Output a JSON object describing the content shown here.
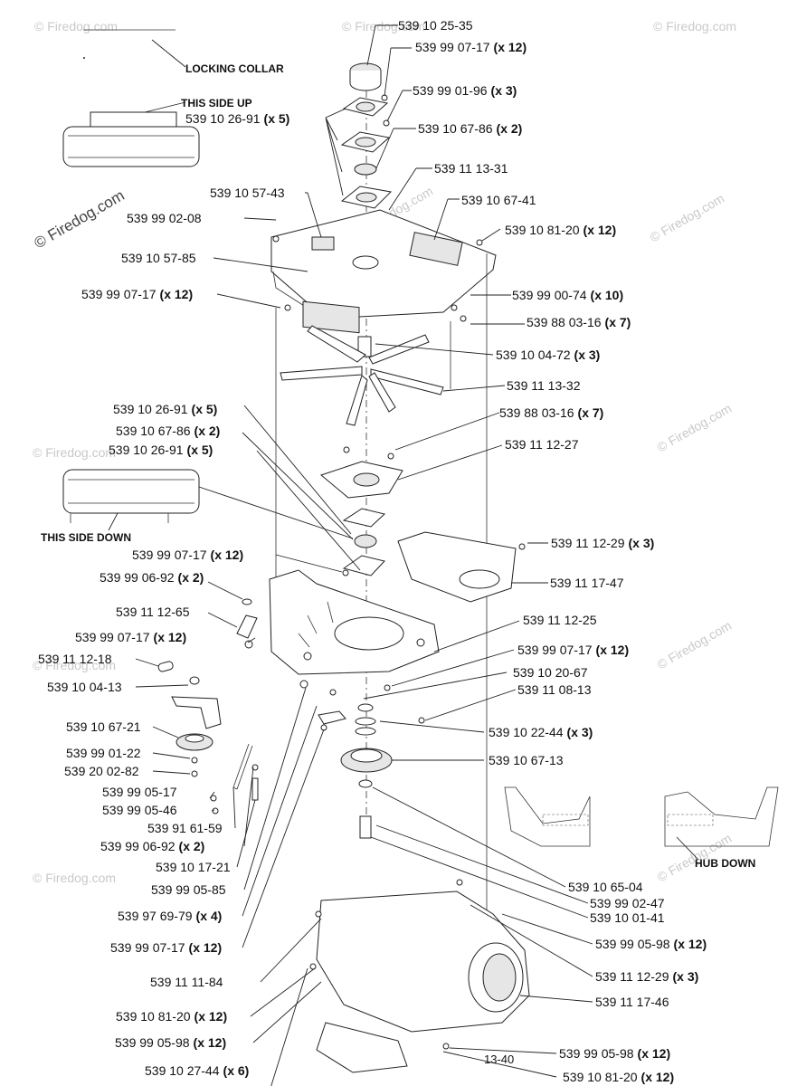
{
  "notes": {
    "locking_collar": "LOCKING COLLAR",
    "this_side_up": "THIS SIDE UP",
    "this_side_down": "THIS SIDE DOWN",
    "hub_down": "HUB DOWN"
  },
  "page_number": "13-40",
  "watermarks": {
    "small": "© Firedog.com",
    "large": "© Firedog.com"
  },
  "labels": [
    {
      "part": "539 10 25-35",
      "qty": ""
    },
    {
      "part": "539 99 07-17",
      "qty": "(x 12)"
    },
    {
      "part": "539 99 01-96",
      "qty": "(x 3)"
    },
    {
      "part": "539 10 26-91",
      "qty": "(x 5)"
    },
    {
      "part": "539 10 67-86",
      "qty": "(x 2)"
    },
    {
      "part": "539 11 13-31",
      "qty": ""
    },
    {
      "part": "539 10 57-43",
      "qty": ""
    },
    {
      "part": "539 10 67-41",
      "qty": ""
    },
    {
      "part": "539 99 02-08",
      "qty": ""
    },
    {
      "part": "539 10 81-20",
      "qty": "(x 12)"
    },
    {
      "part": "539 10 57-85",
      "qty": ""
    },
    {
      "part": "539 99 07-17",
      "qty": "(x 12)"
    },
    {
      "part": "539 99 00-74",
      "qty": "(x 10)"
    },
    {
      "part": "539 88 03-16",
      "qty": "(x 7)"
    },
    {
      "part": "539 10 04-72",
      "qty": "(x 3)"
    },
    {
      "part": "539 11 13-32",
      "qty": ""
    },
    {
      "part": "539 10 26-91",
      "qty": "(x 5)"
    },
    {
      "part": "539 88 03-16",
      "qty": "(x 7)"
    },
    {
      "part": "539 10 67-86",
      "qty": "(x 2)"
    },
    {
      "part": "539 11 12-27",
      "qty": ""
    },
    {
      "part": "539 10 26-91",
      "qty": "(x 5)"
    },
    {
      "part": "539 11 12-29",
      "qty": "(x 3)"
    },
    {
      "part": "539 99 07-17",
      "qty": "(x 12)"
    },
    {
      "part": "539 11 17-47",
      "qty": ""
    },
    {
      "part": "539 99 06-92",
      "qty": "(x 2)"
    },
    {
      "part": "539 11 12-65",
      "qty": ""
    },
    {
      "part": "539 11 12-25",
      "qty": ""
    },
    {
      "part": "539 99 07-17",
      "qty": "(x 12)"
    },
    {
      "part": "539 99 07-17",
      "qty": "(x 12)"
    },
    {
      "part": "539 11 12-18",
      "qty": ""
    },
    {
      "part": "539 10 20-67",
      "qty": ""
    },
    {
      "part": "539 10 04-13",
      "qty": ""
    },
    {
      "part": "539 11 08-13",
      "qty": ""
    },
    {
      "part": "539 10 67-21",
      "qty": ""
    },
    {
      "part": "539 10 22-44",
      "qty": "(x 3)"
    },
    {
      "part": "539 99 01-22",
      "qty": ""
    },
    {
      "part": "539 10 67-13",
      "qty": ""
    },
    {
      "part": "539 20 02-82",
      "qty": ""
    },
    {
      "part": "539 99 05-17",
      "qty": ""
    },
    {
      "part": "539 99 05-46",
      "qty": ""
    },
    {
      "part": "539 91 61-59",
      "qty": ""
    },
    {
      "part": "539 99 06-92",
      "qty": "(x 2)"
    },
    {
      "part": "539 10 17-21",
      "qty": ""
    },
    {
      "part": "539 10 65-04",
      "qty": ""
    },
    {
      "part": "539 99 05-85",
      "qty": ""
    },
    {
      "part": "539 99 02-47",
      "qty": ""
    },
    {
      "part": "539 10 01-41",
      "qty": ""
    },
    {
      "part": "539 97 69-79",
      "qty": "(x 4)"
    },
    {
      "part": "539 99 05-98",
      "qty": "(x 12)"
    },
    {
      "part": "539 99 07-17",
      "qty": "(x 12)"
    },
    {
      "part": "539 11 12-29",
      "qty": "(x 3)"
    },
    {
      "part": "539 11 11-84",
      "qty": ""
    },
    {
      "part": "539 11 17-46",
      "qty": ""
    },
    {
      "part": "539 10 81-20",
      "qty": "(x 12)"
    },
    {
      "part": "539 99 05-98",
      "qty": "(x 12)"
    },
    {
      "part": "539 99 05-98",
      "qty": "(x 12)"
    },
    {
      "part": "539 10 81-20",
      "qty": "(x 12)"
    },
    {
      "part": "539 10 27-44",
      "qty": "(x 6)"
    }
  ]
}
